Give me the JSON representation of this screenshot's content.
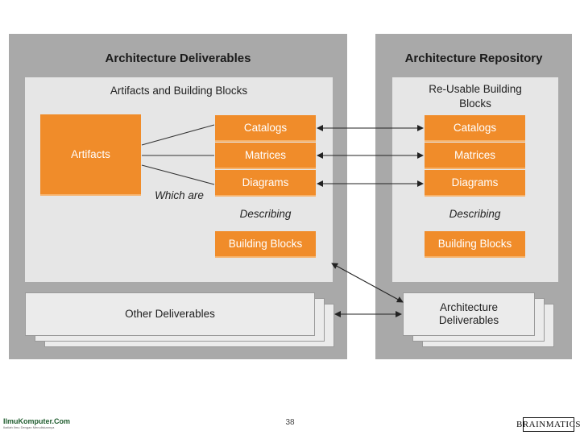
{
  "left_panel": {
    "title": "Architecture Deliverables",
    "subtitle": "Artifacts and Building Blocks",
    "artifacts_label": "Artifacts",
    "items": [
      "Catalogs",
      "Matrices",
      "Diagrams"
    ],
    "which_are": "Which are",
    "describing": "Describing",
    "building_blocks": "Building Blocks",
    "other_deliverables": "Other Deliverables"
  },
  "right_panel": {
    "title": "Architecture Repository",
    "subtitle_line1": "Re-Usable Building",
    "subtitle_line2": "Blocks",
    "items": [
      "Catalogs",
      "Matrices",
      "Diagrams"
    ],
    "describing": "Describing",
    "building_blocks": "Building Blocks",
    "deliverables_line1": "Architecture",
    "deliverables_line2": "Deliverables"
  },
  "footer": {
    "left_logo": "IlmuKomputer.Com",
    "left_tagline": "Ikatlah Ilmu Dengan Menuliskannya",
    "page_number": "38",
    "right_logo": "BRAINMATICS"
  },
  "colors": {
    "accent_orange": "#f08c2a",
    "panel_gray": "#a9a9a9",
    "inner_gray": "#e6e6e6"
  }
}
